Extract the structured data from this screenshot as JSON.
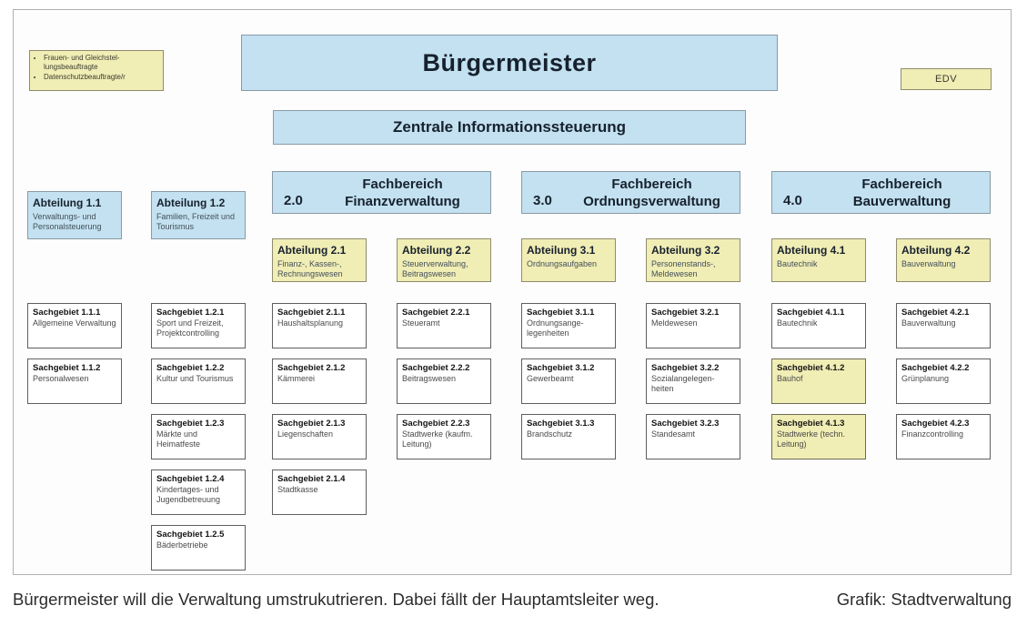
{
  "root": {
    "buergermeister": "Bürgermeister",
    "staff_box": {
      "items": [
        "Frauen- und Gleichstel-lungsbeauftragte",
        "Datenschutzbeauftragte/r"
      ]
    },
    "edv_label": "EDV",
    "zentrale_label": "Zentrale Informationssteuerung",
    "fachbereiche": [
      {
        "number": "2.0",
        "type_label": "Fachbereich",
        "name": "Finanzverwaltung"
      },
      {
        "number": "3.0",
        "type_label": "Fachbereich",
        "name": "Ordnungsverwaltung"
      },
      {
        "number": "4.0",
        "type_label": "Fachbereich",
        "name": "Bauverwaltung"
      }
    ],
    "columns": [
      {
        "abteilung": {
          "title": "Abteilung 1.1",
          "subtitle": "Verwaltungs- und Personalsteuerung",
          "color": "blue"
        },
        "sachgebiete": [
          {
            "title": "Sachgebiet 1.1.1",
            "subtitle": "Allgemeine Verwaltung",
            "color": "white"
          },
          {
            "title": "Sachgebiet 1.1.2",
            "subtitle": "Personalwesen",
            "color": "white"
          }
        ]
      },
      {
        "abteilung": {
          "title": "Abteilung 1.2",
          "subtitle": "Familien, Freizeit und Tourismus",
          "color": "blue"
        },
        "sachgebiete": [
          {
            "title": "Sachgebiet 1.2.1",
            "subtitle": "Sport und Freizeit, Projektcontrolling",
            "color": "white"
          },
          {
            "title": "Sachgebiet 1.2.2",
            "subtitle": "Kultur und Tourismus",
            "color": "white"
          },
          {
            "title": "Sachgebiet 1.2.3",
            "subtitle": "Märkte und Heimatfeste",
            "color": "white"
          },
          {
            "title": "Sachgebiet 1.2.4",
            "subtitle": "Kindertages- und Jugendbetreuung",
            "color": "white"
          },
          {
            "title": "Sachgebiet 1.2.5",
            "subtitle": "Bäderbetriebe",
            "color": "white"
          }
        ]
      },
      {
        "abteilung": {
          "title": "Abteilung 2.1",
          "subtitle": "Finanz-, Kassen-, Rechnungswesen",
          "color": "yellow"
        },
        "sachgebiete": [
          {
            "title": "Sachgebiet 2.1.1",
            "subtitle": "Haushaltsplanung",
            "color": "white"
          },
          {
            "title": "Sachgebiet 2.1.2",
            "subtitle": "Kämmerei",
            "color": "white"
          },
          {
            "title": "Sachgebiet 2.1.3",
            "subtitle": "Liegenschaften",
            "color": "white"
          },
          {
            "title": "Sachgebiet 2.1.4",
            "subtitle": "Stadtkasse",
            "color": "white"
          }
        ]
      },
      {
        "abteilung": {
          "title": "Abteilung 2.2",
          "subtitle": "Steuerverwaltung, Beitragswesen",
          "color": "yellow"
        },
        "sachgebiete": [
          {
            "title": "Sachgebiet 2.2.1",
            "subtitle": "Steueramt",
            "color": "white"
          },
          {
            "title": "Sachgebiet 2.2.2",
            "subtitle": "Beitragswesen",
            "color": "white"
          },
          {
            "title": "Sachgebiet 2.2.3",
            "subtitle": "Stadtwerke (kaufm. Leitung)",
            "color": "white"
          }
        ]
      },
      {
        "abteilung": {
          "title": "Abteilung 3.1",
          "subtitle": "Ordnungsaufgaben",
          "color": "yellow"
        },
        "sachgebiete": [
          {
            "title": "Sachgebiet 3.1.1",
            "subtitle": "Ordnungsange-legenheiten",
            "color": "white"
          },
          {
            "title": "Sachgebiet 3.1.2",
            "subtitle": "Gewerbeamt",
            "color": "white"
          },
          {
            "title": "Sachgebiet 3.1.3",
            "subtitle": "Brandschutz",
            "color": "white"
          }
        ]
      },
      {
        "abteilung": {
          "title": "Abteilung 3.2",
          "subtitle": "Personenstands-, Meldewesen",
          "color": "yellow"
        },
        "sachgebiete": [
          {
            "title": "Sachgebiet 3.2.1",
            "subtitle": "Meldewesen",
            "color": "white"
          },
          {
            "title": "Sachgebiet 3.2.2",
            "subtitle": "Sozialangelegen-heiten",
            "color": "white"
          },
          {
            "title": "Sachgebiet 3.2.3",
            "subtitle": "Standesamt",
            "color": "white"
          }
        ]
      },
      {
        "abteilung": {
          "title": "Abteilung 4.1",
          "subtitle": "Bautechnik",
          "color": "yellow"
        },
        "sachgebiete": [
          {
            "title": "Sachgebiet 4.1.1",
            "subtitle": "Bautechnik",
            "color": "white"
          },
          {
            "title": "Sachgebiet 4.1.2",
            "subtitle": "Bauhof",
            "color": "yellow"
          },
          {
            "title": "Sachgebiet 4.1.3",
            "subtitle": "Stadtwerke (techn. Leitung)",
            "color": "yellow"
          }
        ]
      },
      {
        "abteilung": {
          "title": "Abteilung 4.2",
          "subtitle": "Bauverwaltung",
          "color": "yellow"
        },
        "sachgebiete": [
          {
            "title": "Sachgebiet 4.2.1",
            "subtitle": "Bauverwaltung",
            "color": "white"
          },
          {
            "title": "Sachgebiet 4.2.2",
            "subtitle": "Grünplanung",
            "color": "white"
          },
          {
            "title": "Sachgebiet 4.2.3",
            "subtitle": "Finanzcontrolling",
            "color": "white"
          }
        ]
      }
    ],
    "caption": {
      "text": "Bürgermeister will die Verwaltung umstrukutrieren. Dabei fällt der Hauptamtsleiter weg.",
      "credit": "Grafik: Stadtverwaltung"
    },
    "colors": {
      "box_blue": "#c3e1f0",
      "box_yellow": "#f0edb5",
      "box_white": "#ffffff",
      "border_gray": "#7f7f7f",
      "text_dark": "#17212e"
    }
  }
}
